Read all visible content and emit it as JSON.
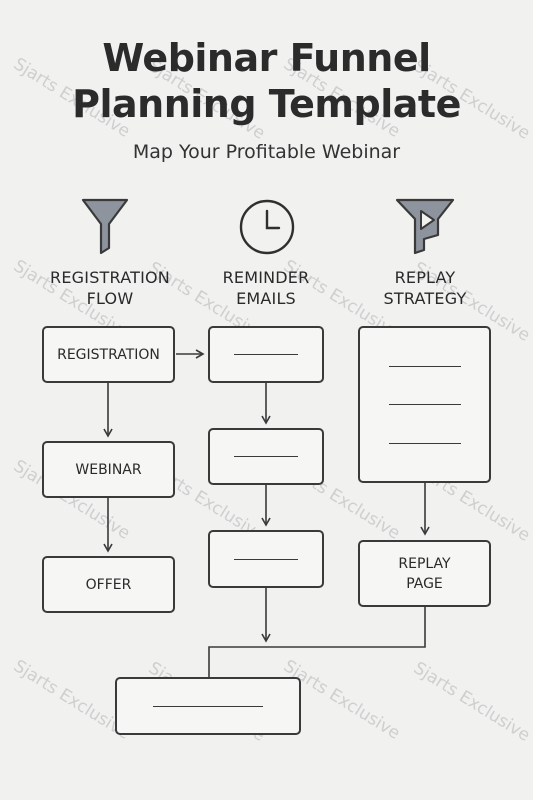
{
  "title_line1": "Webinar Funnel",
  "title_line2": "Planning Template",
  "subtitle": "Map Your Profitable Webinar",
  "columns": [
    {
      "label_line1": "REGISTRATION",
      "label_line2": "FLOW",
      "icon": "funnel-icon"
    },
    {
      "label_line1": "REMINDER",
      "label_line2": "EMAILS",
      "icon": "clock-icon"
    },
    {
      "label_line1": "REPLAY",
      "label_line2": "STRATEGY",
      "icon": "play-funnel-icon"
    }
  ],
  "boxes": {
    "registration": "REGISTRATION",
    "webinar": "WEBINAR",
    "offer": "OFFER",
    "replay_page_line1": "REPLAY",
    "replay_page_line2": "PAGE"
  },
  "watermark": "Sjarts Exclusive",
  "colors": {
    "icon_fill": "#8e949d",
    "stroke": "#3a3a3a",
    "background": "#f1f1f0"
  }
}
